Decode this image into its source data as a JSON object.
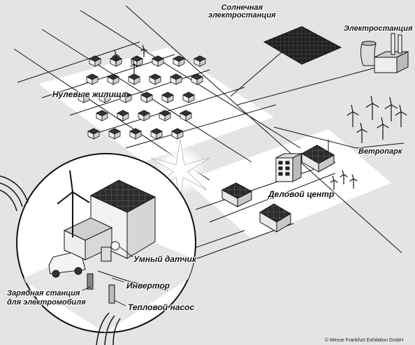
{
  "labels": {
    "solar_plant": "Солнечная\nэлектростанция",
    "power_plant": "Электростанция",
    "zero_homes": "Нулевые жилища",
    "wind_park": "Ветропарк",
    "business_center": "Деловой центр",
    "smart_meter": "Умный датчик",
    "inverter": "Инвертор",
    "charging_station": "Зарядная станция\nдля электромобиля",
    "heat_pump": "Тепловой насос"
  },
  "credit": "© Messe Frankfurt Exhibition GmbH"
}
